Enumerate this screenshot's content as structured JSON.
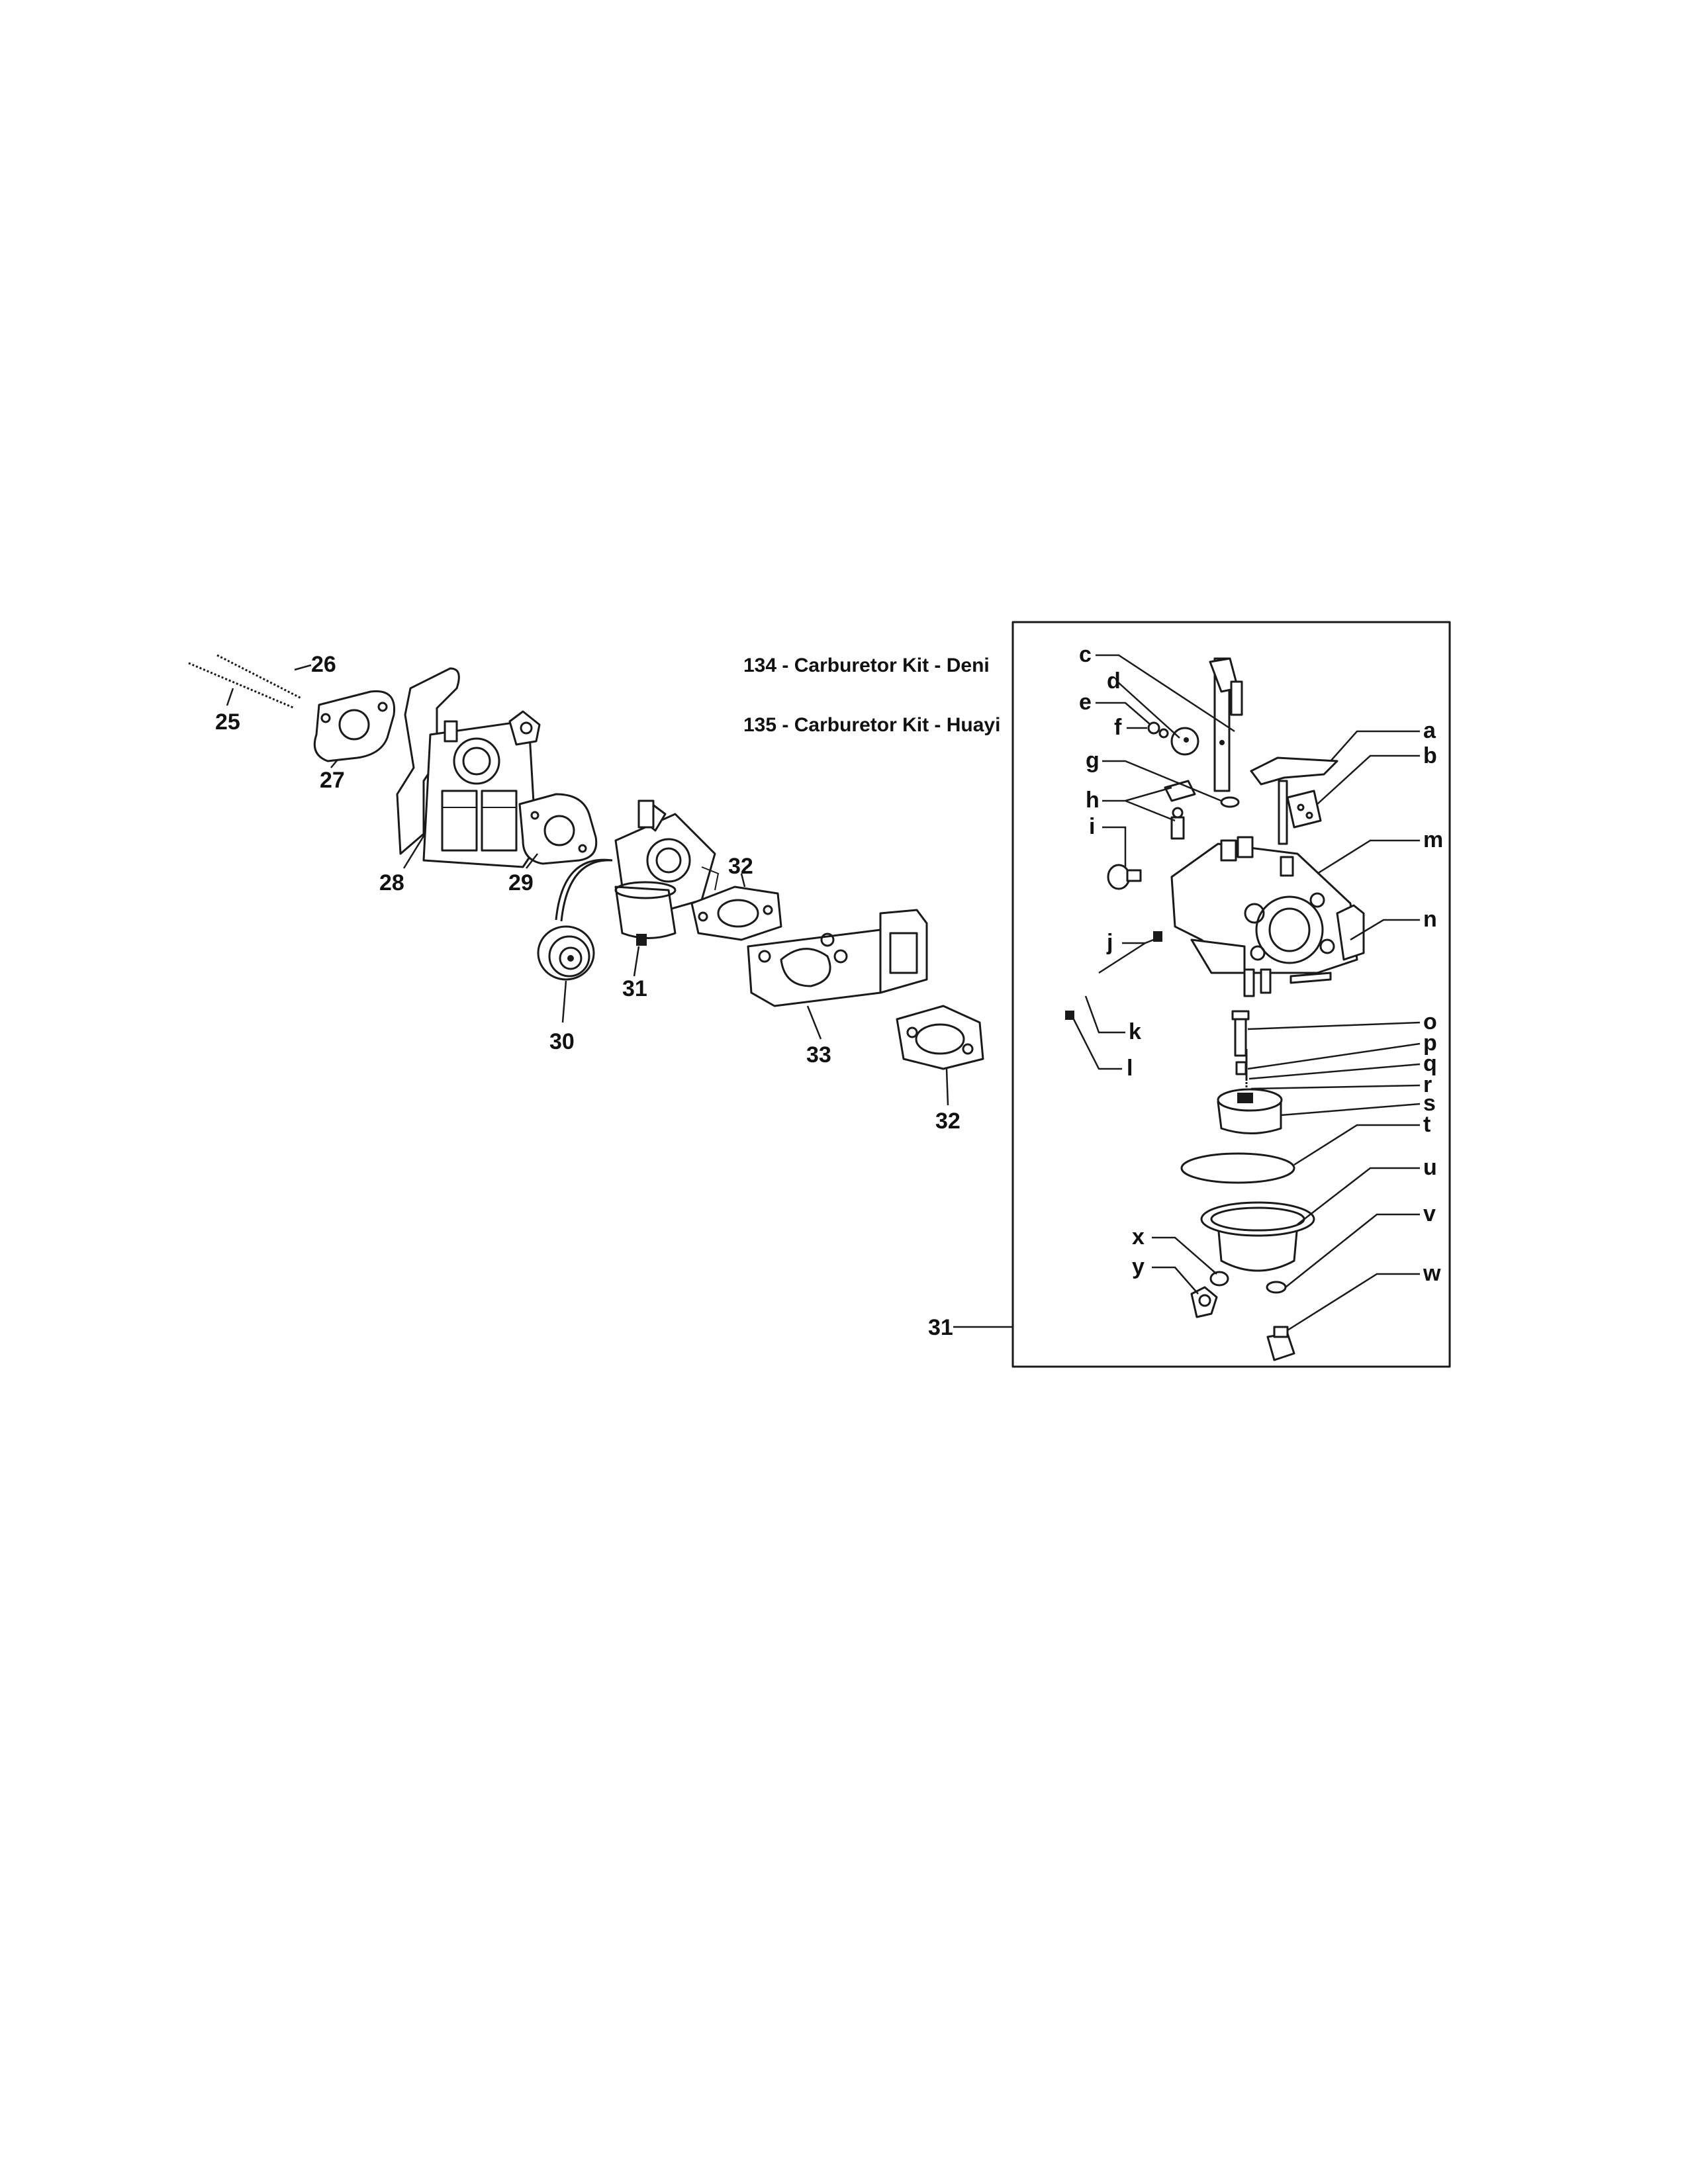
{
  "kits": [
    {
      "text": "134 - Carburetor Kit - Deni"
    },
    {
      "text": "135 - Carburetor Kit - Huayi"
    }
  ],
  "callouts": {
    "c25": "25",
    "c26": "26",
    "c27": "27",
    "c28": "28",
    "c29": "29",
    "c30": "30",
    "c31": "31",
    "c32a": "32",
    "c33": "33",
    "c32b": "32",
    "c31box": "31"
  },
  "detail": {
    "a": "a",
    "b": "b",
    "c": "c",
    "d": "d",
    "e": "e",
    "f": "f",
    "g": "g",
    "h": "h",
    "i": "i",
    "j": "j",
    "k": "k",
    "l": "l",
    "m": "m",
    "n": "n",
    "o": "o",
    "p": "p",
    "q": "q",
    "r": "r",
    "s": "s",
    "t": "t",
    "u": "u",
    "v": "v",
    "w": "w",
    "x": "x",
    "y": "y"
  }
}
